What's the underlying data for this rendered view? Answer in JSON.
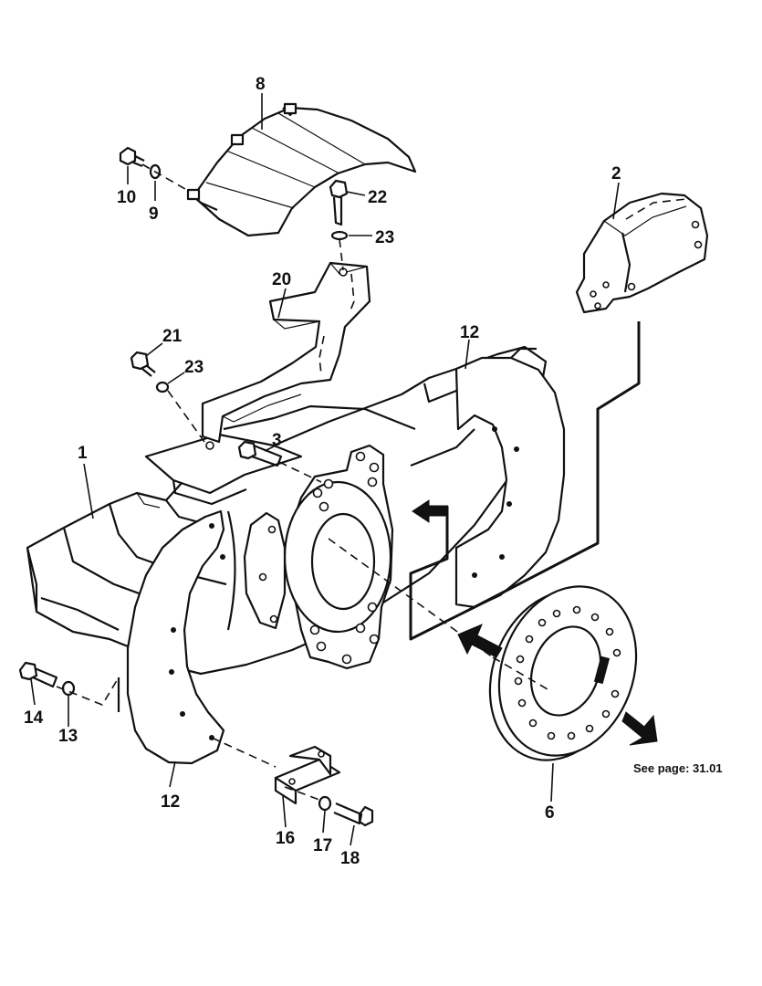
{
  "callouts": {
    "c1": "1",
    "c2": "2",
    "c3": "3",
    "c6": "6",
    "c8": "8",
    "c9": "9",
    "c10": "10",
    "c12a": "12",
    "c12b": "12",
    "c13": "13",
    "c14": "14",
    "c16": "16",
    "c17": "17",
    "c18": "18",
    "c20": "20",
    "c21": "21",
    "c22": "22",
    "c23a": "23",
    "c23b": "23"
  },
  "reference": {
    "text": "See page: 31.01"
  }
}
